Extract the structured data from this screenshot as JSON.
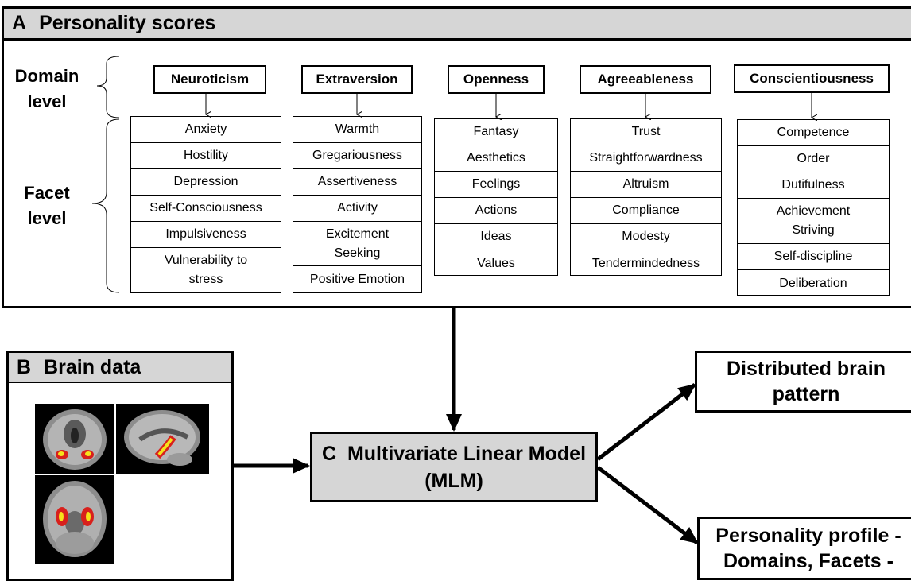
{
  "panel_a": {
    "letter": "A",
    "title": "Personality scores",
    "domain_level_label": "Domain level",
    "facet_level_label": "Facet level",
    "domains": [
      {
        "name": "Neuroticism",
        "facets": [
          "Anxiety",
          "Hostility",
          "Depression",
          "Self-Consciousness",
          "Impulsiveness",
          "Vulnerability to stress"
        ]
      },
      {
        "name": "Extraversion",
        "facets": [
          "Warmth",
          "Gregariousness",
          "Assertiveness",
          "Activity",
          "Excitement Seeking",
          "Positive Emotion"
        ]
      },
      {
        "name": "Openness",
        "facets": [
          "Fantasy",
          "Aesthetics",
          "Feelings",
          "Actions",
          "Ideas",
          "Values"
        ]
      },
      {
        "name": "Agreeableness",
        "facets": [
          "Trust",
          "Straightforwardness",
          "Altruism",
          "Compliance",
          "Modesty",
          "Tendermindedness"
        ]
      },
      {
        "name": "Conscientiousness",
        "facets": [
          "Competence",
          "Order",
          "Dutifulness",
          "Achievement Striving",
          "Self-discipline",
          "Deliberation"
        ]
      }
    ]
  },
  "panel_b": {
    "letter": "B",
    "title": "Brain data",
    "images": [
      "coronal-slice",
      "sagittal-slice",
      "axial-slice"
    ]
  },
  "panel_c": {
    "letter": "C",
    "title": "Multivariate Linear Model (MLM)"
  },
  "outputs": {
    "brain_pattern": "Distributed brain pattern",
    "personality_profile": "Personality profile - Domains, Facets -"
  },
  "colors": {
    "header_gray": "#d6d6d6",
    "highlight_red": "#d8201c",
    "highlight_yellow": "#f6e21a"
  }
}
